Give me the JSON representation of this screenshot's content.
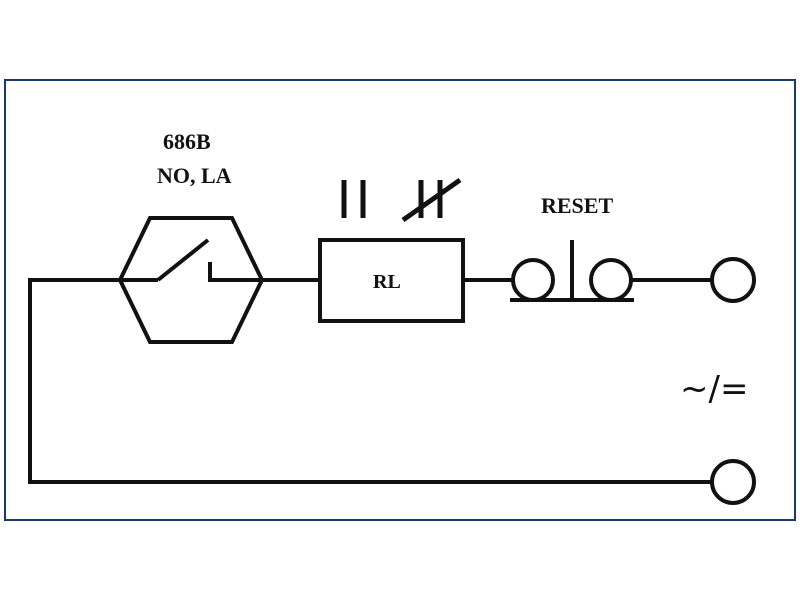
{
  "diagram": {
    "switch_model": "686B",
    "switch_contact": "NO, LA",
    "relay_label": "RL",
    "reset_label": "RESET",
    "supply_symbol": "~/=",
    "colors": {
      "frame": "#1a3a6e",
      "wire": "#111111",
      "background": "#ffffff"
    }
  }
}
